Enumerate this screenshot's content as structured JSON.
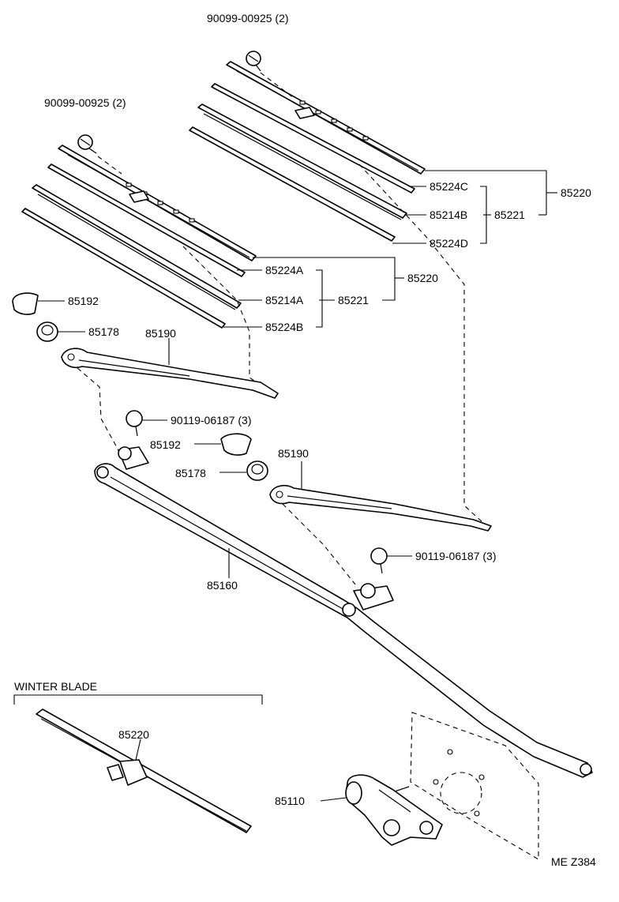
{
  "labels": {
    "bolt_upper": "90099-00925 (2)",
    "bolt_left": "90099-00925 (2)",
    "p85224C": "85224C",
    "p85214B": "85214B",
    "p85221_right": "85221",
    "p85220_right": "85220",
    "p85224D": "85224D",
    "p85224A": "85224A",
    "p85220_left": "85220",
    "p85214A": "85214A",
    "p85221_left": "85221",
    "p85224B": "85224B",
    "p85192_upper": "85192",
    "p85178_upper": "85178",
    "p85190_upper": "85190",
    "nut_upper": "90119-06187 (3)",
    "p85192_lower": "85192",
    "p85178_lower": "85178",
    "p85190_lower": "85190",
    "nut_lower": "90119-06187 (3)",
    "p85160": "85160",
    "winter_blade_title": "WINTER BLADE",
    "p85220_winter": "85220",
    "p85110": "85110",
    "diagram_code": "ME Z384"
  }
}
